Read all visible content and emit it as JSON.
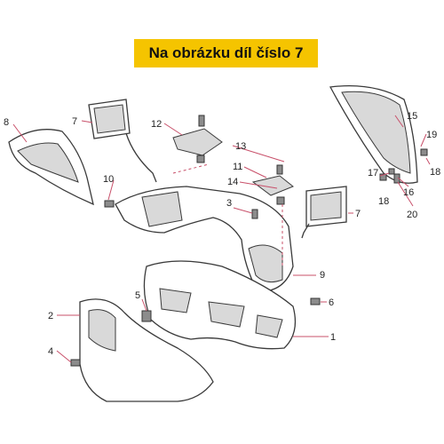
{
  "title": "Na obrázku díl číslo 7",
  "colors": {
    "banner": "#f5c400",
    "leader_line": "#c8506a",
    "outline": "#3a3a3a"
  },
  "callouts": {
    "c1": "1",
    "c2": "2",
    "c3": "3",
    "c4": "4",
    "c5": "5",
    "c6": "6",
    "c7a": "7",
    "c7b": "7",
    "c8": "8",
    "c9": "9",
    "c10": "10",
    "c11": "11",
    "c12": "12",
    "c13": "13",
    "c14": "14",
    "c15": "15",
    "c16": "16",
    "c17": "17",
    "c18a": "18",
    "c18b": "18",
    "c19": "19",
    "c20": "20"
  }
}
